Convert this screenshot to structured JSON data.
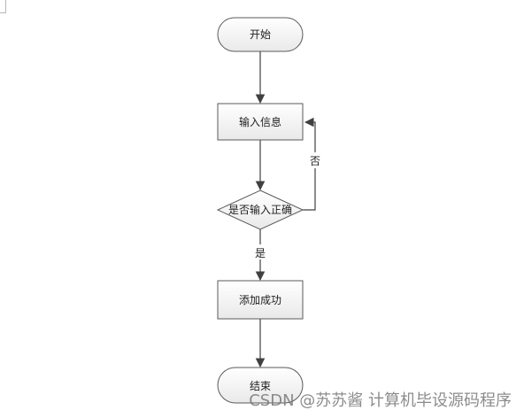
{
  "flowchart": {
    "start": "开始",
    "input": "输入信息",
    "decision": "是否输入正确",
    "success": "添加成功",
    "end": "结束",
    "label_no": "否",
    "label_yes": "是"
  },
  "watermark": "CSDN @苏苏酱    计算机毕设源码程序",
  "colors": {
    "node_fill_top": "#ffffff",
    "node_fill_bottom": "#e9e9e9",
    "stroke": "#5a5a5a",
    "edge": "#404040"
  }
}
